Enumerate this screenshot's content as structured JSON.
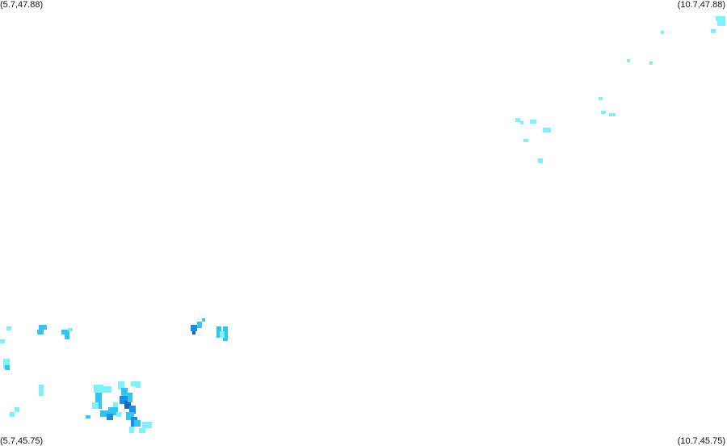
{
  "corners": {
    "top_left": "(5.7,47.88)",
    "top_right": "(10.7,47.88)",
    "bottom_left": "(5.7,45.75)",
    "bottom_right": "(10.7,45.75)"
  },
  "colors": {
    "light": "#7ff0ff",
    "medium": "#33c4f0",
    "strong": "#1a8fe0",
    "heavy": "#1466c8"
  }
}
